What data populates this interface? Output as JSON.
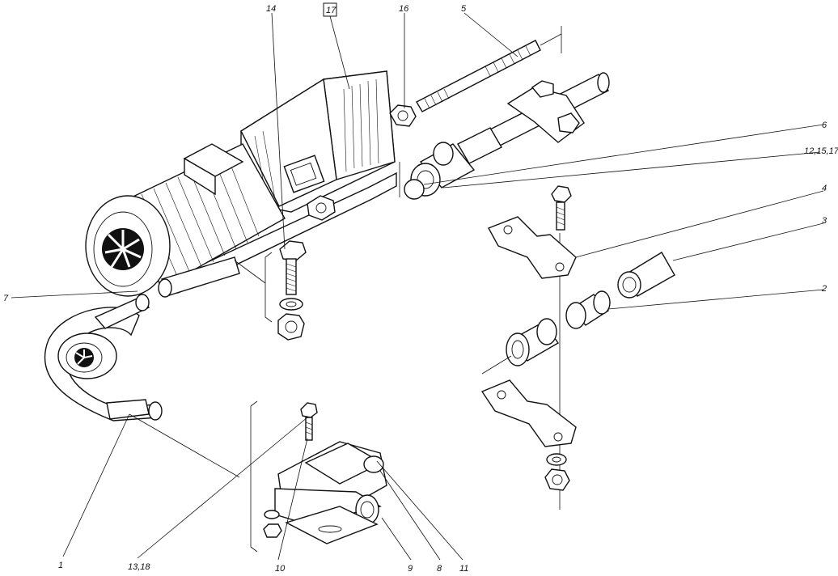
{
  "labels": {
    "l14": "14",
    "l17": "17",
    "l16": "16",
    "l5": "5",
    "l6": "6",
    "l121517": "12,15,17",
    "l4": "4",
    "l3": "3",
    "l2": "2",
    "l7": "7",
    "l1": "1",
    "l1318": "13,18",
    "l10": "10",
    "l9": "9",
    "l8": "8",
    "l11": "11"
  }
}
